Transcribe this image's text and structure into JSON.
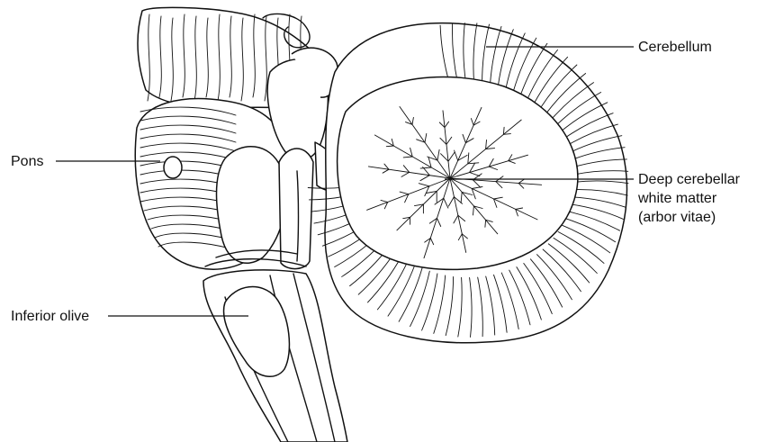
{
  "labels": {
    "pons": "Pons",
    "inferior_olive": "Inferior olive",
    "cerebellum": "Cerebellum",
    "arbor_line1": "Deep cerebellar",
    "arbor_line2": "white matter",
    "arbor_line3": "(arbor vitae)"
  }
}
